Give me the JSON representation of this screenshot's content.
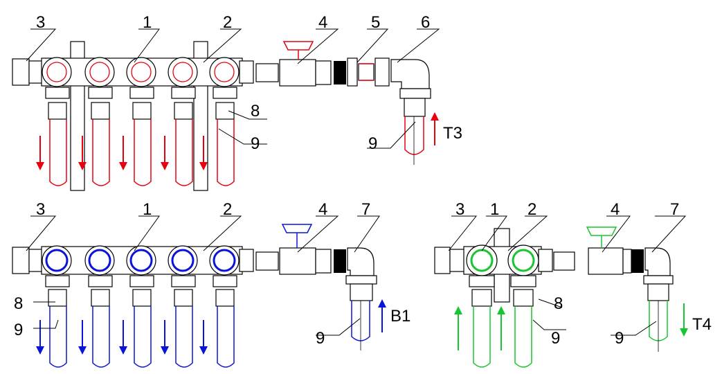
{
  "diagram": {
    "colors": {
      "supply": "#e8000f",
      "return": "#0a14d6",
      "other": "#18c530",
      "line": "#000000"
    },
    "top": {
      "labels": [
        "3",
        "1",
        "2",
        "4",
        "5",
        "6",
        "8",
        "9",
        "9"
      ],
      "flow_label": "T3"
    },
    "bottom_left": {
      "labels": [
        "3",
        "1",
        "2",
        "4",
        "7",
        "8",
        "9",
        "9"
      ],
      "flow_label": "B1"
    },
    "bottom_right": {
      "labels": [
        "3",
        "1",
        "2",
        "4",
        "7",
        "8",
        "9",
        "9"
      ],
      "flow_label": "T4"
    }
  }
}
